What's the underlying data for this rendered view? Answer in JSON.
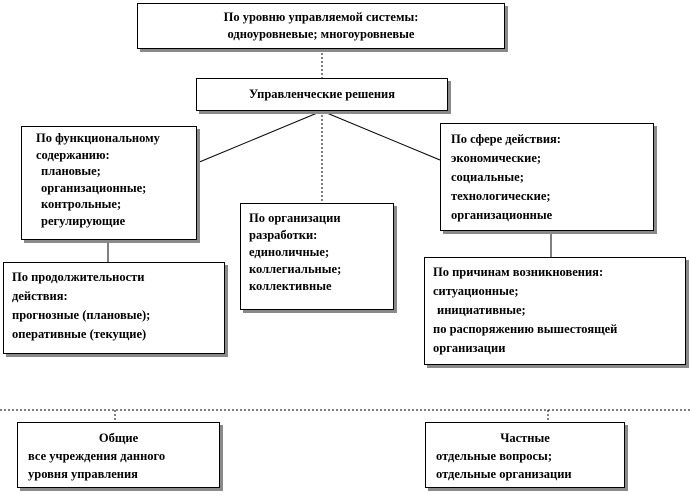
{
  "diagram": {
    "top_box": {
      "lines": [
        "По уровню управляемой системы:",
        "одноуровневые; многоуровневые"
      ]
    },
    "center_box": {
      "label": "Управленческие решения"
    },
    "functional_box": {
      "lines": [
        "По функциональному",
        "содержанию:",
        " плановые;",
        " организационные;",
        " контрольные;",
        " регулирующие"
      ]
    },
    "organization_box": {
      "heading_words": [
        "По",
        "организации"
      ],
      "lines": [
        "разработки:",
        "единоличные;",
        "коллегиальные;",
        "коллективные"
      ]
    },
    "sphere_box": {
      "lines": [
        "По сфере действия:",
        "экономические;",
        "социальные;",
        "технологические;",
        "организационные"
      ]
    },
    "duration_box": {
      "lines": [
        "По продолжительности",
        "действия:",
        "прогнозные (плановые);",
        "оперативные (текущие)"
      ]
    },
    "causes_box": {
      "lines": [
        "По причинам возникновения:",
        "ситуационные;",
        " инициативные;",
        "по распоряжению вышестоящей",
        "организации"
      ]
    },
    "general_box": {
      "title": "Общие",
      "lines": [
        "все учреждения данного",
        "уровня управления"
      ]
    },
    "private_box": {
      "title": "Частные",
      "lines": [
        "отдельные вопросы;",
        "отдельные организации"
      ]
    }
  }
}
